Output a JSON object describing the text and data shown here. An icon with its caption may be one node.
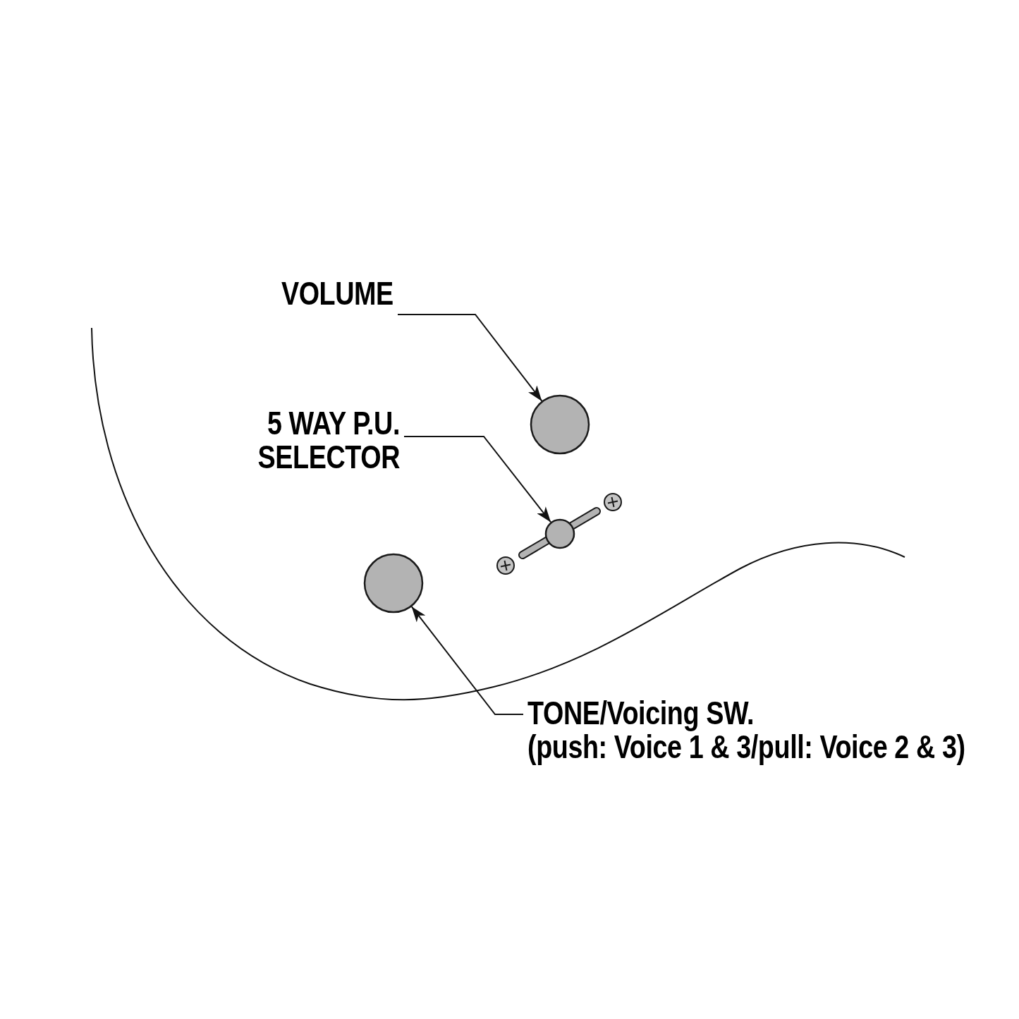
{
  "diagram": {
    "nodes": [
      {
        "text": [
          "VOLUME"
        ]
      },
      {
        "text": [],
        "shape": "circle"
      },
      {
        "text": [
          "5 WAY P.U. SELECTOR"
        ]
      },
      {
        "text": [],
        "shape": "circle"
      },
      {
        "text": [],
        "shape": "circle"
      },
      {
        "text": [
          "TONE/Voicing SW.",
          "(push: Voice 1 & 3/pull: Voice 2 & 3)"
        ]
      }
    ],
    "edges": [
      {
        "from": 0,
        "to": 1,
        "arrow": "to"
      },
      {
        "from": 2,
        "to": 3,
        "arrow": "to"
      },
      {
        "from": 5,
        "to": 4,
        "arrow": "to"
      }
    ]
  }
}
